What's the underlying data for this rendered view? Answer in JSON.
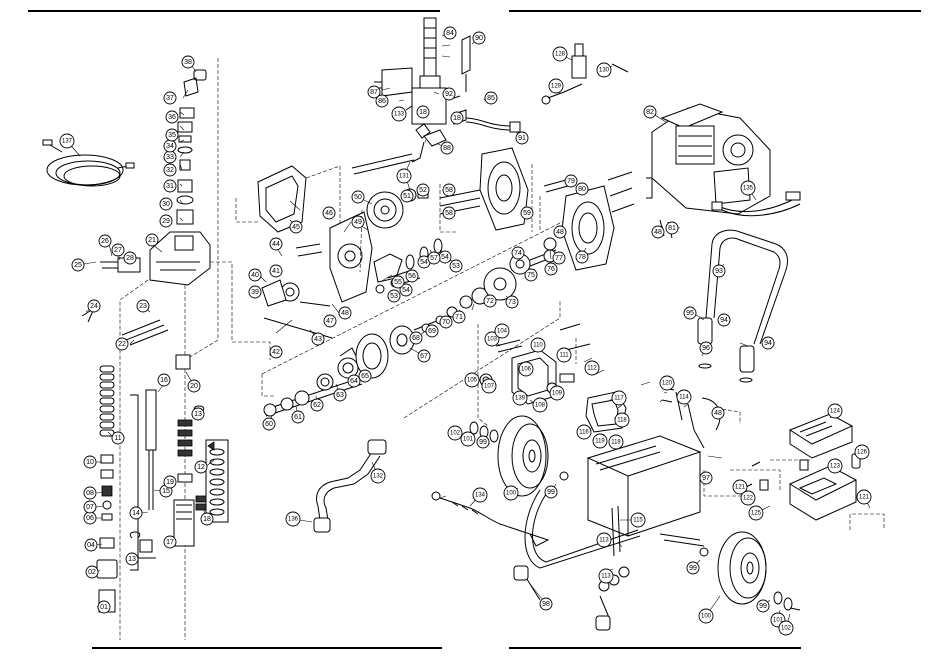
{
  "callouts": [
    {
      "id": "c01",
      "label": "01"
    },
    {
      "id": "c02",
      "label": "02"
    },
    {
      "id": "c04",
      "label": "04"
    },
    {
      "id": "c06",
      "label": "06"
    },
    {
      "id": "c07",
      "label": "07"
    },
    {
      "id": "c08",
      "label": "08"
    },
    {
      "id": "c10",
      "label": "10"
    },
    {
      "id": "c11",
      "label": "11"
    },
    {
      "id": "c12",
      "label": "12"
    },
    {
      "id": "c13a",
      "label": "13"
    },
    {
      "id": "c13b",
      "label": "13"
    },
    {
      "id": "c14",
      "label": "14"
    },
    {
      "id": "c15",
      "label": "15"
    },
    {
      "id": "c16",
      "label": "16"
    },
    {
      "id": "c17",
      "label": "17"
    },
    {
      "id": "c18a",
      "label": "18"
    },
    {
      "id": "c19",
      "label": "19"
    },
    {
      "id": "c20",
      "label": "20"
    },
    {
      "id": "c21",
      "label": "21"
    },
    {
      "id": "c22",
      "label": "22"
    },
    {
      "id": "c23",
      "label": "23"
    },
    {
      "id": "c24",
      "label": "24"
    },
    {
      "id": "c25",
      "label": "25"
    },
    {
      "id": "c26",
      "label": "26"
    },
    {
      "id": "c27",
      "label": "27"
    },
    {
      "id": "c28",
      "label": "28"
    },
    {
      "id": "c29",
      "label": "29"
    },
    {
      "id": "c30",
      "label": "30"
    },
    {
      "id": "c31",
      "label": "31"
    },
    {
      "id": "c32",
      "label": "32"
    },
    {
      "id": "c33",
      "label": "33"
    },
    {
      "id": "c34",
      "label": "34"
    },
    {
      "id": "c35",
      "label": "35"
    },
    {
      "id": "c36",
      "label": "36"
    },
    {
      "id": "c37",
      "label": "37"
    },
    {
      "id": "c38",
      "label": "38"
    },
    {
      "id": "c39",
      "label": "39"
    },
    {
      "id": "c40",
      "label": "40"
    },
    {
      "id": "c41",
      "label": "41"
    },
    {
      "id": "c42",
      "label": "42"
    },
    {
      "id": "c43",
      "label": "43"
    },
    {
      "id": "c44",
      "label": "44"
    },
    {
      "id": "c45",
      "label": "45"
    },
    {
      "id": "c46",
      "label": "46"
    },
    {
      "id": "c47",
      "label": "47"
    },
    {
      "id": "c48a",
      "label": "48"
    },
    {
      "id": "c48b",
      "label": "48"
    },
    {
      "id": "c48c",
      "label": "48"
    },
    {
      "id": "c48d",
      "label": "48"
    },
    {
      "id": "c49",
      "label": "49"
    },
    {
      "id": "c50",
      "label": "50"
    },
    {
      "id": "c51",
      "label": "51"
    },
    {
      "id": "c52",
      "label": "52"
    },
    {
      "id": "c53a",
      "label": "53"
    },
    {
      "id": "c53b",
      "label": "53"
    },
    {
      "id": "c54a",
      "label": "54"
    },
    {
      "id": "c54b",
      "label": "54"
    },
    {
      "id": "c54c",
      "label": "54"
    },
    {
      "id": "c55",
      "label": "55"
    },
    {
      "id": "c56",
      "label": "56"
    },
    {
      "id": "c57",
      "label": "57"
    },
    {
      "id": "c58a",
      "label": "58"
    },
    {
      "id": "c58b",
      "label": "58"
    },
    {
      "id": "c59",
      "label": "59"
    },
    {
      "id": "c60",
      "label": "60"
    },
    {
      "id": "c61",
      "label": "61"
    },
    {
      "id": "c62",
      "label": "62"
    },
    {
      "id": "c63",
      "label": "63"
    },
    {
      "id": "c64",
      "label": "64"
    },
    {
      "id": "c65",
      "label": "65"
    },
    {
      "id": "c67",
      "label": "67"
    },
    {
      "id": "c68",
      "label": "68"
    },
    {
      "id": "c69",
      "label": "69"
    },
    {
      "id": "c70",
      "label": "70"
    },
    {
      "id": "c71",
      "label": "71"
    },
    {
      "id": "c72",
      "label": "72"
    },
    {
      "id": "c73",
      "label": "73"
    },
    {
      "id": "c74",
      "label": "74"
    },
    {
      "id": "c75",
      "label": "75"
    },
    {
      "id": "c76",
      "label": "76"
    },
    {
      "id": "c77",
      "label": "77"
    },
    {
      "id": "c78",
      "label": "78"
    },
    {
      "id": "c79",
      "label": "79"
    },
    {
      "id": "c80",
      "label": "80"
    },
    {
      "id": "c81",
      "label": "81"
    },
    {
      "id": "c82",
      "label": "82"
    },
    {
      "id": "c84",
      "label": "84"
    },
    {
      "id": "c85",
      "label": "85"
    },
    {
      "id": "c86",
      "label": "86"
    },
    {
      "id": "c87",
      "label": "87"
    },
    {
      "id": "c88",
      "label": "88"
    },
    {
      "id": "c90",
      "label": "90"
    },
    {
      "id": "c91",
      "label": "91"
    },
    {
      "id": "c92",
      "label": "92"
    },
    {
      "id": "c93",
      "label": "93"
    },
    {
      "id": "c94a",
      "label": "94"
    },
    {
      "id": "c94b",
      "label": "94"
    },
    {
      "id": "c95",
      "label": "95"
    },
    {
      "id": "c96",
      "label": "96"
    },
    {
      "id": "c97",
      "label": "97"
    },
    {
      "id": "c98",
      "label": "98"
    },
    {
      "id": "c99a",
      "label": "99"
    },
    {
      "id": "c99b",
      "label": "99"
    },
    {
      "id": "c99c",
      "label": "99"
    },
    {
      "id": "c99d",
      "label": "99"
    },
    {
      "id": "c100a",
      "label": "100"
    },
    {
      "id": "c100b",
      "label": "100"
    },
    {
      "id": "c101a",
      "label": "101"
    },
    {
      "id": "c101b",
      "label": "101"
    },
    {
      "id": "c102a",
      "label": "102"
    },
    {
      "id": "c102b",
      "label": "102"
    },
    {
      "id": "c103",
      "label": "103"
    },
    {
      "id": "c104",
      "label": "104"
    },
    {
      "id": "c105",
      "label": "105"
    },
    {
      "id": "c106",
      "label": "106"
    },
    {
      "id": "c107",
      "label": "107"
    },
    {
      "id": "c108",
      "label": "108"
    },
    {
      "id": "c109",
      "label": "109"
    },
    {
      "id": "c110",
      "label": "110"
    },
    {
      "id": "c111",
      "label": "111"
    },
    {
      "id": "c112",
      "label": "112"
    },
    {
      "id": "c113a",
      "label": "113"
    },
    {
      "id": "c113b",
      "label": "113"
    },
    {
      "id": "c114",
      "label": "114"
    },
    {
      "id": "c115",
      "label": "115"
    },
    {
      "id": "c116",
      "label": "116"
    },
    {
      "id": "c117",
      "label": "117"
    },
    {
      "id": "c118",
      "label": "118"
    },
    {
      "id": "c119",
      "label": "119"
    },
    {
      "id": "c120",
      "label": "120"
    },
    {
      "id": "c121a",
      "label": "121"
    },
    {
      "id": "c121b",
      "label": "121"
    },
    {
      "id": "c122",
      "label": "122"
    },
    {
      "id": "c123",
      "label": "123"
    },
    {
      "id": "c124",
      "label": "124"
    },
    {
      "id": "c125",
      "label": "125"
    },
    {
      "id": "c126",
      "label": "126"
    },
    {
      "id": "c128",
      "label": "128"
    },
    {
      "id": "c129",
      "label": "129"
    },
    {
      "id": "c130",
      "label": "130"
    },
    {
      "id": "c131",
      "label": "131"
    },
    {
      "id": "c132",
      "label": "132"
    },
    {
      "id": "c133",
      "label": "133"
    },
    {
      "id": "c134",
      "label": "134"
    },
    {
      "id": "c135",
      "label": "135"
    },
    {
      "id": "c136",
      "label": "136"
    },
    {
      "id": "c137",
      "label": "137"
    },
    {
      "id": "c139",
      "label": "139"
    },
    {
      "id": "c18b",
      "label": "18"
    },
    {
      "id": "c18c",
      "label": "18"
    },
    {
      "id": "c118b",
      "label": "118"
    }
  ]
}
